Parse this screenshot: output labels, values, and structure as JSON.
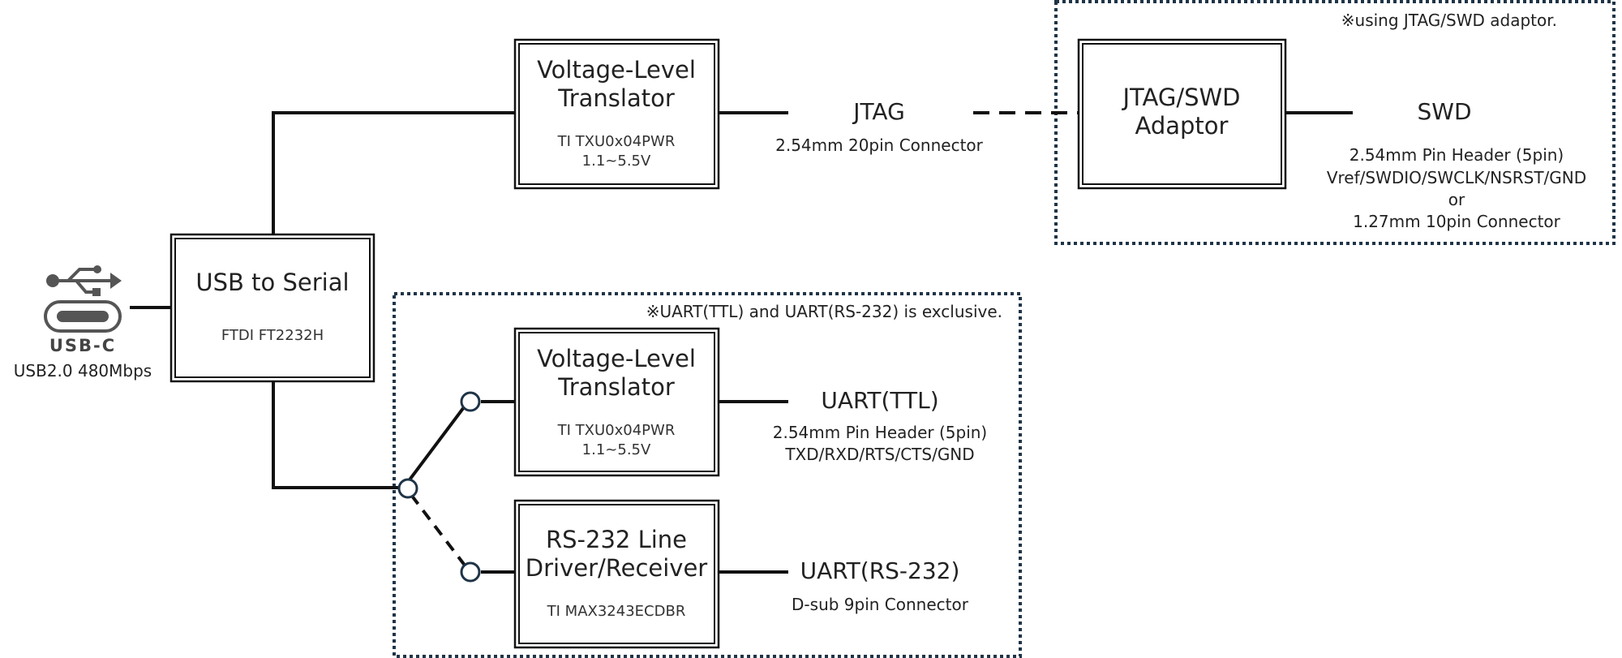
{
  "usb": {
    "port_name": "USB-C",
    "spec": "USB2.0 480Mbps"
  },
  "usb_to_serial": {
    "title": "USB to Serial",
    "part": "FTDI FT2232H"
  },
  "jtag_translator": {
    "title_line1": "Voltage-Level",
    "title_line2": "Translator",
    "part": "TI TXU0x04PWR",
    "range": "1.1~5.5V"
  },
  "jtag": {
    "name": "JTAG",
    "connector": "2.54mm 20pin Connector"
  },
  "adaptor_group": {
    "note": "※using JTAG/SWD adaptor.",
    "box_line1": "JTAG/SWD",
    "box_line2": "Adaptor",
    "swd_name": "SWD",
    "swd_line1": "2.54mm Pin Header (5pin)",
    "swd_line2": "Vref/SWDIO/SWCLK/NSRST/GND",
    "swd_line3": "or",
    "swd_line4": "1.27mm 10pin Connector"
  },
  "uart_group": {
    "note": "※UART(TTL) and UART(RS-232) is exclusive."
  },
  "uart_translator": {
    "title_line1": "Voltage-Level",
    "title_line2": "Translator",
    "part": "TI TXU0x04PWR",
    "range": "1.1~5.5V"
  },
  "uart_ttl": {
    "name": "UART(TTL)",
    "line1": "2.54mm Pin Header (5pin)",
    "line2": "TXD/RXD/RTS/CTS/GND"
  },
  "rs232_driver": {
    "title_line1": "RS-232 Line",
    "title_line2": "Driver/Receiver",
    "part": "TI MAX3243ECDBR"
  },
  "uart_rs232": {
    "name": "UART(RS-232)",
    "connector": "D-sub 9pin Connector"
  }
}
